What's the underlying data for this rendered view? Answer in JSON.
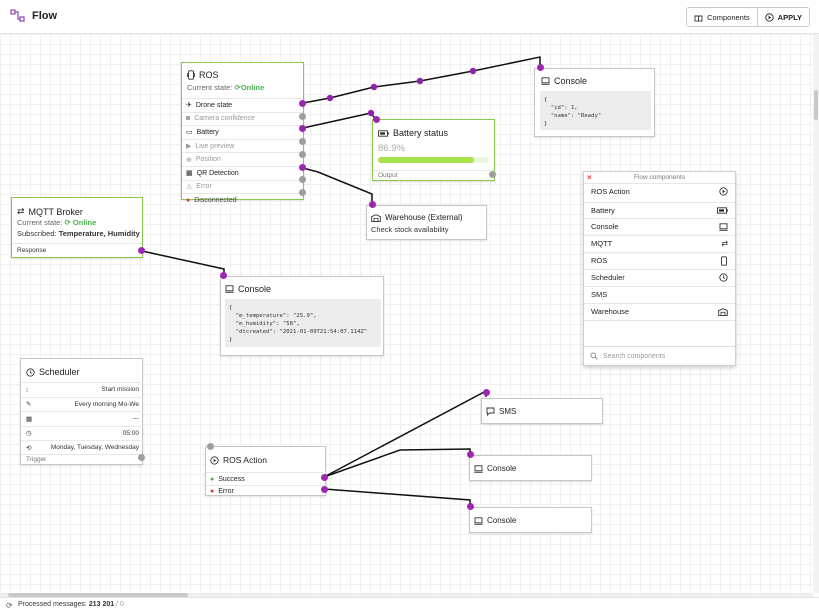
{
  "app": {
    "title": "Flow"
  },
  "toolbar": {
    "components_label": "Components",
    "apply_label": "APPLY"
  },
  "colors": {
    "port_active": "#9c27b0",
    "port_idle": "#9e9e9e",
    "online": "#4caf50",
    "selected_border": "#8bc74a",
    "progress": "#a6e24b",
    "error": "#e53935"
  },
  "nodes": {
    "ros": {
      "title": "ROS",
      "state_label": "Current state:",
      "state": "Online",
      "rows": [
        {
          "label": "Drone state",
          "icon": "drone-icon",
          "active": true
        },
        {
          "label": "Camera confidence",
          "icon": "camera-icon",
          "active": false
        },
        {
          "label": "Battery",
          "icon": "battery-icon",
          "active": true
        },
        {
          "label": "Live preview",
          "icon": "video-icon",
          "active": false
        },
        {
          "label": "Position",
          "icon": "crosshair-icon",
          "active": false
        },
        {
          "label": "QR Detection",
          "icon": "qr-icon",
          "active": true
        },
        {
          "label": "Error",
          "icon": "warning-icon",
          "active": false
        },
        {
          "label": "Disconnected",
          "icon": "error-dot-icon",
          "active": false
        }
      ]
    },
    "console_top": {
      "title": "Console",
      "code": "{\n  \"id\": 1,\n  \"name\": \"Ready\"\n}"
    },
    "battery_status": {
      "title": "Battery status",
      "value_text": "86.9%",
      "value": 0.869,
      "footer": "Output"
    },
    "warehouse": {
      "title": "Warehouse (External)",
      "subtitle": "Check stock availability"
    },
    "mqtt": {
      "title": "MQTT Broker",
      "state_label": "Current state:",
      "state": "Online",
      "subscribed_label": "Subscribed:",
      "subscribed": "Temperature, Humidity",
      "footer": "Response"
    },
    "console_mid": {
      "title": "Console",
      "code": "{\n  \"m_temperature\": \"25.9\",\n  \"m_humidity\": \"58\",\n  \"dtcreated\": \"2021-01-09T21:54:07.114Z\"\n}"
    },
    "scheduler": {
      "title": "Scheduler",
      "rows": [
        {
          "icon": "steps-icon",
          "value": "Start mission"
        },
        {
          "icon": "pencil-icon",
          "value": "Every morning Mo-We"
        },
        {
          "icon": "calendar-icon",
          "value": "---"
        },
        {
          "icon": "clock-icon",
          "value": "05:00"
        },
        {
          "icon": "repeat-icon",
          "value": "Monday, Tuesday, Wednesday"
        }
      ],
      "footer": "Trigger"
    },
    "ros_action": {
      "title": "ROS Action",
      "outputs": [
        "Success",
        "Error"
      ]
    },
    "sms": {
      "title": "SMS"
    },
    "console_b1": {
      "title": "Console"
    },
    "console_b2": {
      "title": "Console"
    }
  },
  "panel": {
    "title": "Flow components",
    "items": [
      {
        "label": "ROS Action",
        "icon": "play-circle-icon"
      },
      {
        "label": "Battery",
        "icon": "battery-icon"
      },
      {
        "label": "Console",
        "icon": "console-icon"
      },
      {
        "label": "MQTT",
        "icon": "swap-icon"
      },
      {
        "label": "ROS",
        "icon": "device-icon"
      },
      {
        "label": "Scheduler",
        "icon": "clock-icon"
      },
      {
        "label": "SMS",
        "icon": ""
      },
      {
        "label": "Warehouse",
        "icon": "warehouse-icon"
      }
    ],
    "search_placeholder": "Search components"
  },
  "status": {
    "label": "Processed messages:",
    "count": "213 201",
    "errors": "0"
  }
}
